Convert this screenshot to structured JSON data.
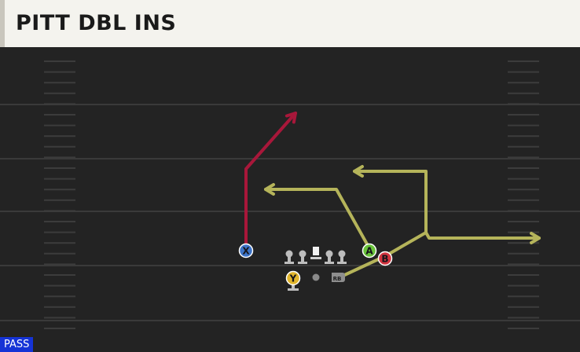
{
  "play": {
    "title": "PITT DBL INS",
    "type_badge": "PASS",
    "formation_label": "RB"
  },
  "players": [
    {
      "id": "X",
      "label": "X",
      "color": "#3d74c8"
    },
    {
      "id": "A",
      "label": "A",
      "color": "#69c33a"
    },
    {
      "id": "B",
      "label": "B",
      "color": "#d2343f"
    },
    {
      "id": "Y",
      "label": "Y",
      "color": "#e1b52b"
    }
  ],
  "colors": {
    "primary_route": "#a8173a",
    "secondary_route": "#b5b45a",
    "field": "#232323",
    "yard_line": "#3a3a3a",
    "hash_mark": "#3c3c3c",
    "header_bg": "#f4f3ee",
    "badge_bg": "#1533d6"
  }
}
